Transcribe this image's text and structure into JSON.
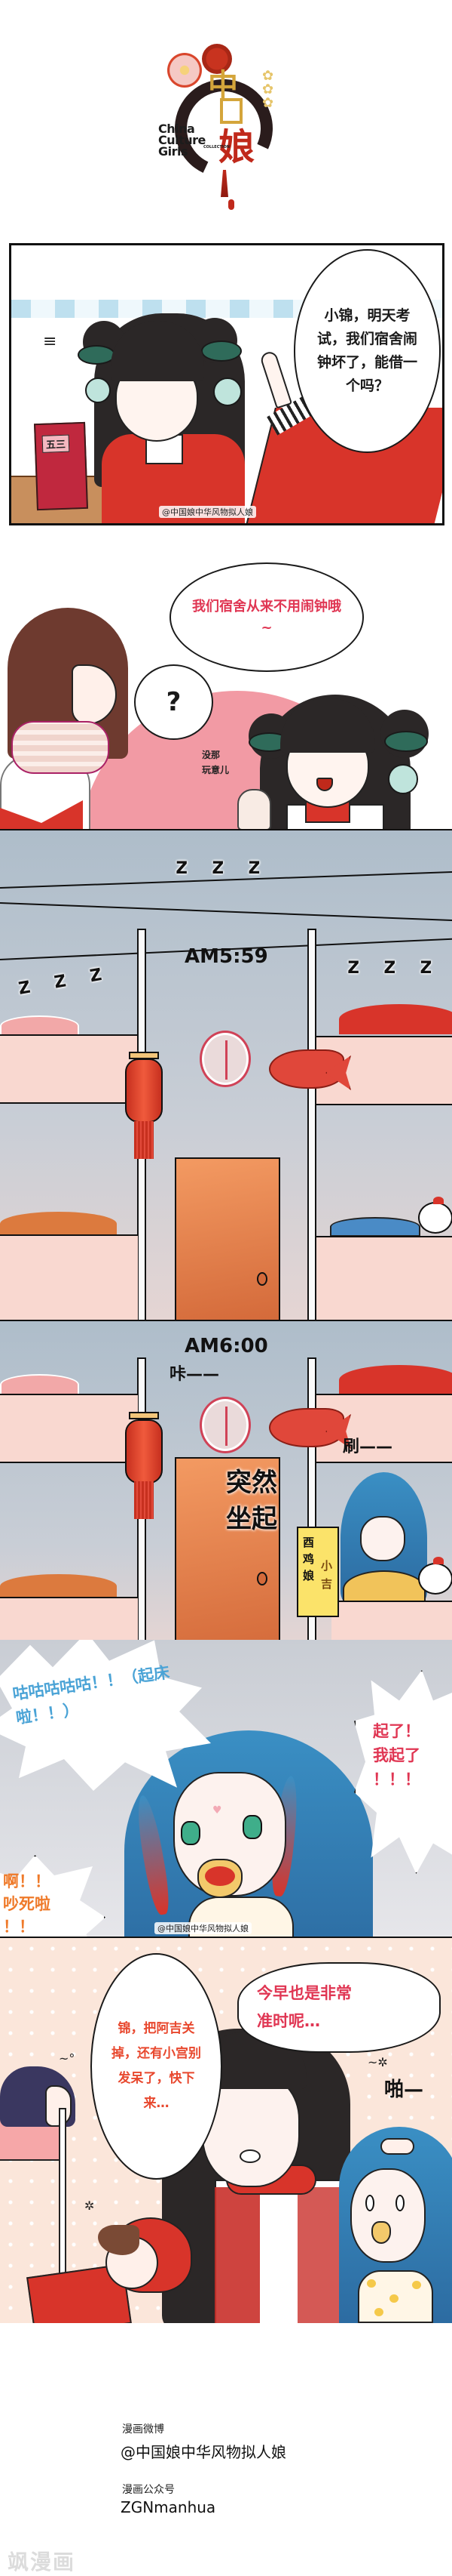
{
  "logo": {
    "title_cn_top": "中",
    "title_cn_bottom": "娘",
    "title_en_lines": [
      "China",
      "Culture",
      "Girls"
    ],
    "collection_label": "COLLECTION"
  },
  "panels": [
    {
      "id": "panel-1",
      "background": "#ffffff",
      "book_label": "五三",
      "speech": "小锦，明天考试，我们宿舍闹钟坏了，能借一个吗？",
      "sweat_mark": "≡",
      "watermark": "@中国娘中华风物拟人娘"
    },
    {
      "id": "panel-2",
      "background": "#ffffff",
      "speech": "我们宿舍从来不用闹钟哦~",
      "question_bubble": "?",
      "aside_lines": [
        "没那",
        "玩意儿"
      ]
    },
    {
      "id": "panel-3",
      "background": "#aebdca",
      "time_label": "AM5:59",
      "snores": [
        "z z z",
        "z z z",
        "z z z"
      ]
    },
    {
      "id": "panel-4",
      "background": "#aebdca",
      "time_label": "AM6:00",
      "sfx_tick": "咔——",
      "sfx_swish": "刷——",
      "narration_lines": [
        "突然",
        "坐起"
      ],
      "nameplate": {
        "line1": "酉鸡娘",
        "line2": "小吉"
      }
    },
    {
      "id": "panel-5",
      "background": "#d0d3d9",
      "shout_left": "咕咕咕咕咕！！（起床啦！！）",
      "shout_right_lines": [
        "起了！",
        "我起了",
        "！！！"
      ],
      "shout_bottom_lines": [
        "啊！！",
        "吵死啦",
        "！！"
      ],
      "watermark": "@中国娘中华风物拟人娘"
    },
    {
      "id": "panel-6",
      "background": "#fbe6da",
      "speech_left": "锦，把阿吉关掉，还有小宫别发呆了，快下来…",
      "speech_right_lines": [
        "今早也是非常",
        "准时呢…"
      ],
      "sfx_pat": "啪—"
    }
  ],
  "footer": {
    "weibo_label": "漫画微博",
    "weibo_handle": "@中国娘中华风物拟人娘",
    "wechat_label": "漫画公众号",
    "wechat_handle": "ZGNmanhua",
    "site_watermark": "飒漫画"
  },
  "colors": {
    "accent_red": "#d8342a",
    "speech_pink": "#e03653",
    "speech_blue": "#4aa3d6",
    "speech_orange": "#ef7a2a",
    "night_bg": "#aebdca",
    "dorm_bed": "#f9d8d0"
  }
}
